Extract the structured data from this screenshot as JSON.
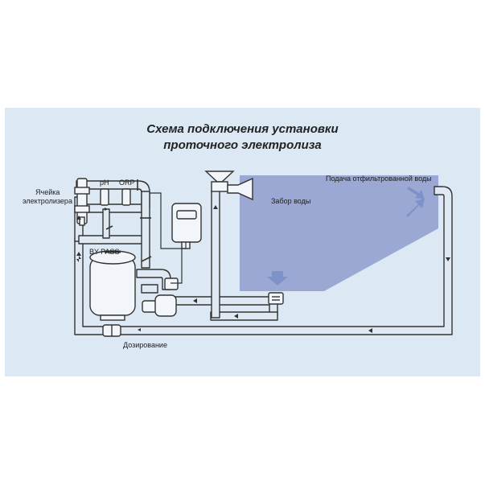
{
  "diagram": {
    "title_line1": "Схема подключения установки",
    "title_line2": "проточного электролиза",
    "labels": {
      "cell_line1": "Ячейка",
      "cell_line2": "электролизера",
      "ph": "pH",
      "orp": "ORP",
      "bypass": "BY-PASS",
      "supply": "Подача отфильтрованной воды",
      "intake": "Забор воды",
      "dosing": "Дозирование"
    },
    "colors": {
      "panel": "#dce9f5",
      "pool": "#8e9bcc",
      "pipe_fill": "#dfe9f3",
      "pipe_stroke": "#333333",
      "arrow": "#7d92c8"
    }
  }
}
